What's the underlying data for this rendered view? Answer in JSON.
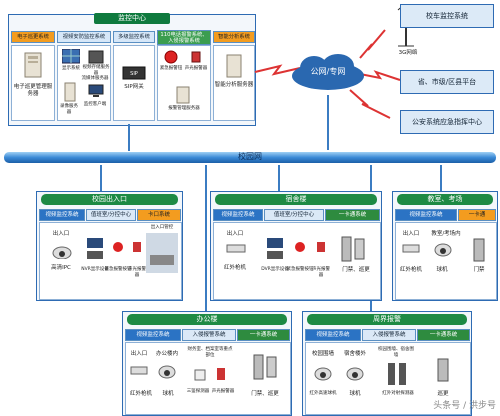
{
  "monitoring_center": {
    "title": "监控中心",
    "systems": [
      "电子巡更系统",
      "视频安防监控系统",
      "多级监控系统",
      "110电话报警系统、入侵报警系统",
      "智能分析系统"
    ],
    "devices": {
      "patrol_server": "电子巡更管理服务器",
      "display_system": "显示系统",
      "video_storage": "视频存储服务器",
      "record_server": "录像服务器",
      "decoder": "流媒体服务器",
      "video_client": "监控客户端",
      "sip_gateway": "SIP网关",
      "emergency_button": "紧急报警钮",
      "siren": "声光报警器",
      "alarm_server": "报警管理服务器",
      "smart_server": "智能分析服务器"
    }
  },
  "network": {
    "cloud_label": "公网/专网",
    "network_3g": "3G网络",
    "bus_monitor": "校车监控系统",
    "platform": "省、市级/区县平台",
    "police": "公安系统应急指挥中心"
  },
  "campus_net": "校园网",
  "zones": [
    {
      "title": "校园出入口",
      "tabs": [
        "视频监控系统",
        "值班室/分控中心",
        "卡口系统"
      ],
      "labels": [
        "出入口",
        "高清IPC",
        "NVR显示设备",
        "紧急报警按钮",
        "声光报警器",
        "出入口管控"
      ]
    },
    {
      "title": "宿舍楼",
      "tabs": [
        "视频监控系统",
        "值班室/分控中心",
        "一卡通系统"
      ],
      "labels": [
        "出入口",
        "红外枪机",
        "DVR显示设备",
        "紧急报警按钮",
        "声光报警器",
        "门禁、巡更"
      ]
    },
    {
      "title": "教室、考场",
      "tabs": [
        "视频监控系统",
        "一卡通"
      ],
      "labels": [
        "出入口",
        "教室/考场内",
        "红外枪机",
        "球机",
        "门禁"
      ]
    },
    {
      "title": "办公楼",
      "tabs": [
        "视频监控系统",
        "入侵报警系统",
        "一卡通系统"
      ],
      "labels": [
        "出入口",
        "办公楼内",
        "财务室、档案室等重点部位",
        "红外枪机",
        "球机",
        "三鉴探测器",
        "声光报警器",
        "门禁、巡更"
      ]
    },
    {
      "title": "周界报警",
      "tabs": [
        "视频监控系统",
        "入侵报警系统",
        "一卡通系统"
      ],
      "labels": [
        "校园围墙",
        "宿舍楼外",
        "校园围墙、宿舍围墙",
        "红外高速球机",
        "球机",
        "红外对射探测器",
        "巡更"
      ]
    }
  ],
  "watermark": "头条号 / 洪步号"
}
